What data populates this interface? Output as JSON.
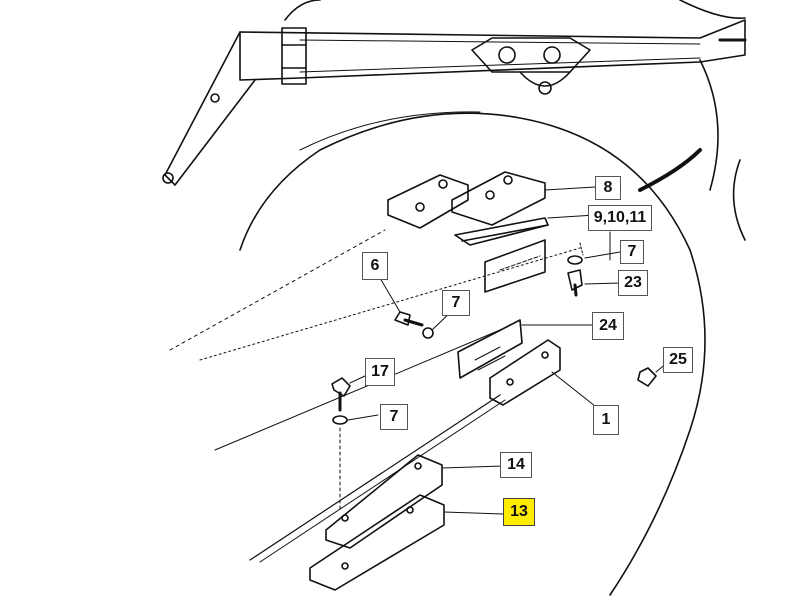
{
  "diagram": {
    "title": "Cutter bar knife and skid assembly",
    "highlight_color": "#ffec00",
    "line_color": "#111111"
  },
  "callouts": {
    "c8": "8",
    "c9_10_11": "9,10,11",
    "c7a": "7",
    "c23": "23",
    "c6": "6",
    "c7b": "7",
    "c24": "24",
    "c25": "25",
    "c17": "17",
    "c7c": "7",
    "c1": "1",
    "c14": "14",
    "c13": "13"
  }
}
